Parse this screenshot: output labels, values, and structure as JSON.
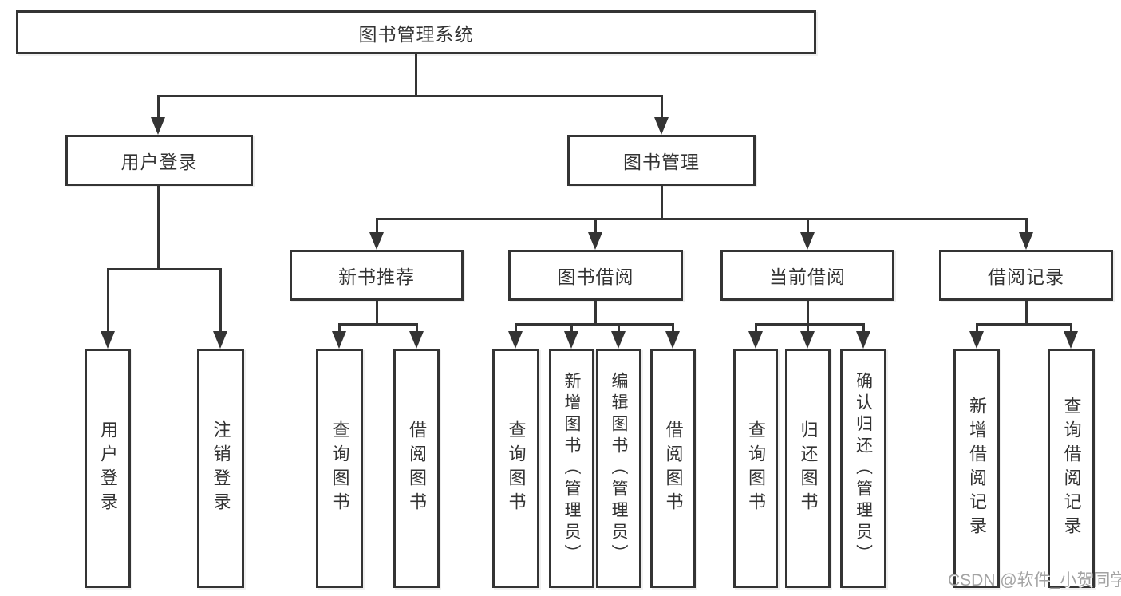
{
  "diagram": {
    "title": "图书管理系统",
    "root": {
      "label": "图书管理系统"
    },
    "level2": [
      {
        "label": "用户登录"
      },
      {
        "label": "图书管理"
      }
    ],
    "level3": [
      {
        "label": "新书推荐"
      },
      {
        "label": "图书借阅"
      },
      {
        "label": "当前借阅"
      },
      {
        "label": "借阅记录"
      }
    ],
    "leaves": [
      "用户登录",
      "注销登录",
      "查询图书",
      "借阅图书",
      "查询图书",
      "新增图书（管理员）",
      "编辑图书（管理员）",
      "借阅图书",
      "查询图书",
      "归还图书",
      "确认归还（管理员）",
      "新增借阅记录",
      "查询借阅记录"
    ],
    "tree": {
      "图书管理系统": {
        "用户登录": [
          "用户登录",
          "注销登录"
        ],
        "图书管理": {
          "新书推荐": [
            "查询图书",
            "借阅图书"
          ],
          "图书借阅": [
            "查询图书",
            "新增图书（管理员）",
            "编辑图书（管理员）",
            "借阅图书"
          ],
          "当前借阅": [
            "查询图书",
            "归还图书",
            "确认归还（管理员）"
          ],
          "借阅记录": [
            "新增借阅记录",
            "查询借阅记录"
          ]
        }
      }
    }
  },
  "watermark": {
    "text": "CSDN @软件_小贺同学"
  },
  "colors": {
    "line": "#343434",
    "box_fill": "#ffffff",
    "text": "#333333",
    "watermark": "#a2a2a2",
    "background": "#ffffff"
  }
}
